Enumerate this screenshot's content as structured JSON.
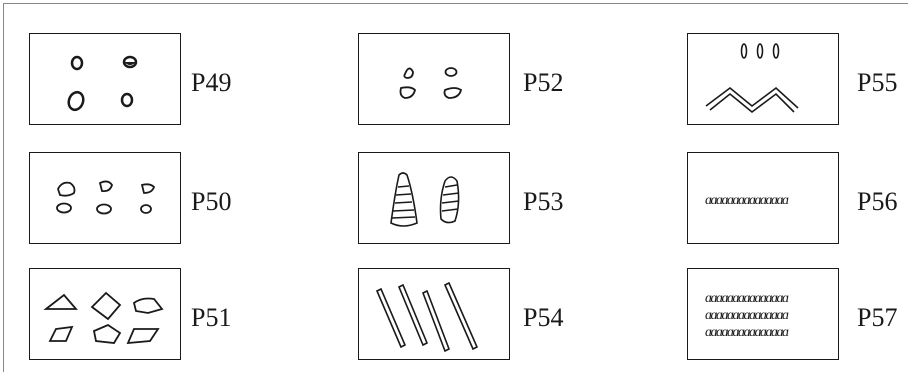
{
  "patterns": [
    {
      "id": "p49",
      "label": "P49",
      "motif": "four-dots"
    },
    {
      "id": "p50",
      "label": "P50",
      "motif": "six-pebbles"
    },
    {
      "id": "p51",
      "label": "P51",
      "motif": "polygon-pebbles"
    },
    {
      "id": "p52",
      "label": "P52",
      "motif": "four-small-pebbles"
    },
    {
      "id": "p53",
      "label": "P53",
      "motif": "two-hatched-shapes"
    },
    {
      "id": "p54",
      "label": "P54",
      "motif": "diagonal-sticks"
    },
    {
      "id": "p55",
      "label": "P55",
      "motif": "ovals-over-zigzag"
    },
    {
      "id": "p56",
      "label": "P56",
      "motif": "single-twisted-cord"
    },
    {
      "id": "p57",
      "label": "P57",
      "motif": "triple-twisted-cord"
    }
  ]
}
